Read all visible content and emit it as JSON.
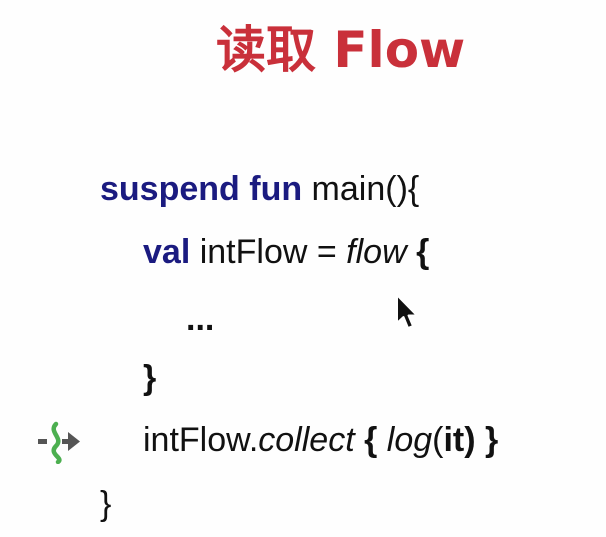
{
  "slide": {
    "title": "读取 Flow"
  },
  "code": {
    "line1": {
      "keyword": "suspend fun",
      "rest": " main(){"
    },
    "line2": {
      "keyword": "val",
      "rest": " intFlow = ",
      "builder": "flow",
      "brace": " {"
    },
    "line3": {
      "text": "..."
    },
    "line4": {
      "brace": "}"
    },
    "line5": {
      "receiver": "intFlow.",
      "call": "collect",
      "open_brace": " { ",
      "fn": "log",
      "open_paren": "(",
      "arg": "it",
      "close": ") }"
    },
    "line6": {
      "brace": "}"
    }
  },
  "gutter": {
    "icon": "suspend-call-icon"
  },
  "pointer": {
    "icon": "mouse-cursor-icon"
  },
  "colors": {
    "title": "#c9303a",
    "keyword": "#1b1b80",
    "text": "#111111",
    "icon_green": "#4caf50",
    "icon_gray": "#555555"
  }
}
